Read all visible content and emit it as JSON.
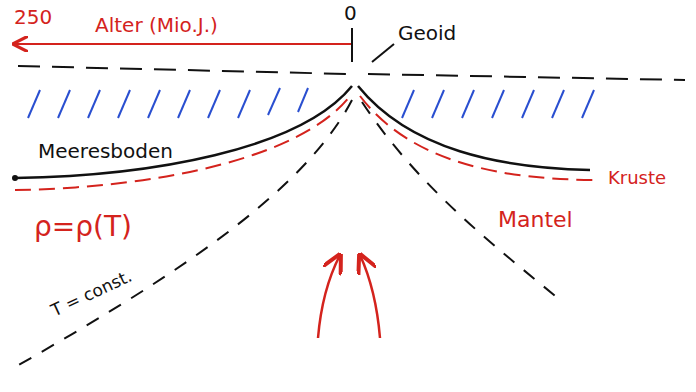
{
  "diagram": {
    "labels": [
      "250",
      "Alter (Mio.J.)",
      "0",
      "Geoid",
      "Meeresboden",
      "Kruste",
      "ρ=ρ(T)",
      "Mantel",
      "T = const."
    ]
  }
}
